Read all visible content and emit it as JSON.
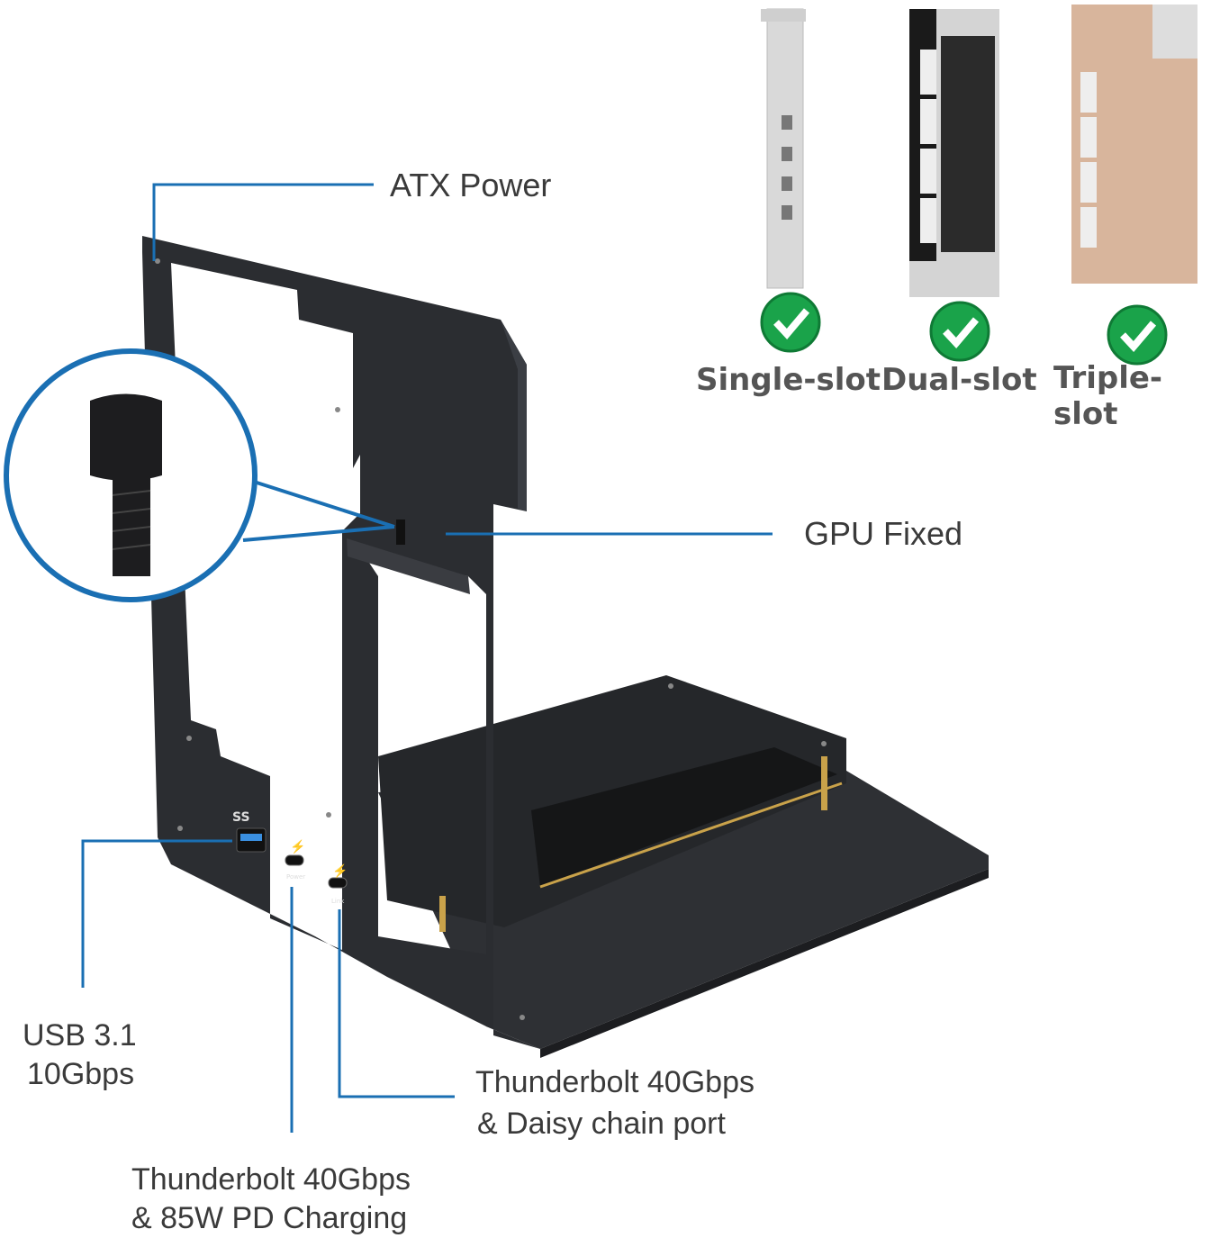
{
  "callouts": {
    "atx_power": "ATX Power",
    "gpu_fixed": "GPU  Fixed",
    "usb_line1": "USB 3.1",
    "usb_line2": "10Gbps",
    "tb_daisy_line1": "Thunderbolt 40Gbps",
    "tb_daisy_line2": "& Daisy chain port",
    "tb_power_line1": "Thunderbolt 40Gbps",
    "tb_power_line2": "& 85W PD Charging"
  },
  "compatibility": [
    {
      "label": "Single-slot",
      "icon": "check-icon"
    },
    {
      "label": "Dual-slot",
      "icon": "check-icon"
    },
    {
      "label": "Triple-slot",
      "icon": "check-icon"
    }
  ],
  "ports": {
    "usb_marking": "SS",
    "port1_marking": "Power",
    "port2_marking": "Link"
  },
  "colors": {
    "leader": "#1a6fb3",
    "frame": "#2b2d31",
    "check": "#1aa34a"
  }
}
